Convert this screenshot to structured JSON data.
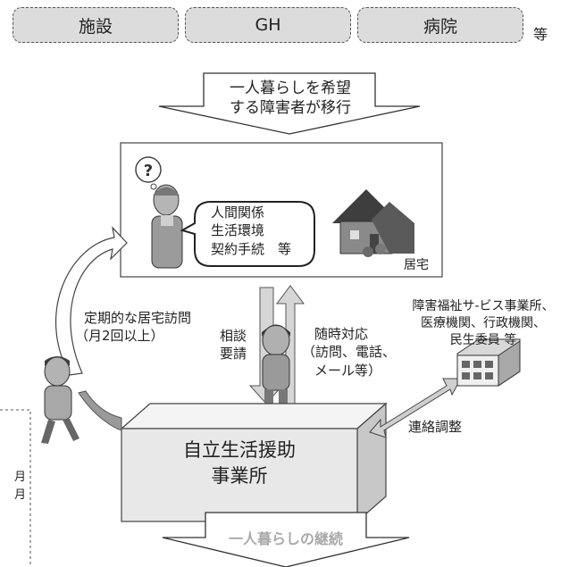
{
  "sources": {
    "items": [
      "施設",
      "GH",
      "病院"
    ],
    "suffix": "等"
  },
  "transition_arrow": {
    "line1": "一人暮らしを希望",
    "line2": "する障害者が移行"
  },
  "home": {
    "bubble_lines": [
      "人間関係",
      "生活環境",
      "契約手続　等"
    ],
    "label": "居宅"
  },
  "left_visit": {
    "line1": "定期的な居宅訪問",
    "line2": "（月2回以上）"
  },
  "consult": {
    "line1": "相談",
    "line2": "要請"
  },
  "response": {
    "line1": "随時対応",
    "line2": "（訪問、電話、",
    "line3": "メール等）"
  },
  "agencies": {
    "line1": "障害福祉サ-ビス事業所、",
    "line2": "医療機関、行政機関、",
    "line3": "民生委員 等"
  },
  "coordination": {
    "label": "連絡調整"
  },
  "office": {
    "line1": "自立生活援助",
    "line2": "事業所"
  },
  "continuation": {
    "label": "一人暮らしの継続"
  },
  "partial_left": {
    "line1": "月",
    "line2": "月"
  },
  "colors": {
    "box_fill": "#dcdcdc",
    "arrow_fill": "#ffffff",
    "office_front": "#e8e8e8",
    "office_top": "#f4f4f4",
    "office_side": "#c8c8c8",
    "gray_arrow": "#a9a9a9"
  }
}
